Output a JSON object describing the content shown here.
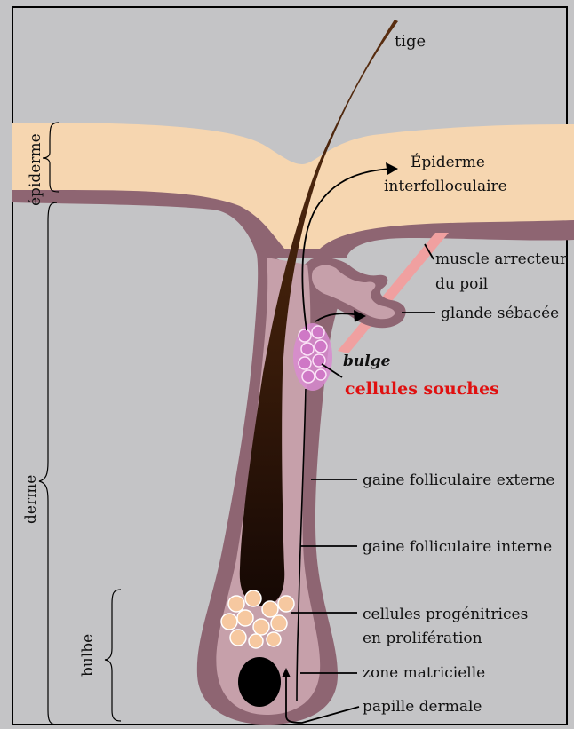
{
  "labels": {
    "tige": "tige",
    "epiderme_side": "épiderme",
    "derme_side": "derme",
    "bulbe_side": "bulbe",
    "epiderme_inter_1": "Épiderme",
    "epiderme_inter_2": "interfolloculaire",
    "muscle_1": "muscle arrecteur",
    "muscle_2": "du poil",
    "glande": "glande sébacée",
    "bulge": "bulge",
    "cellules_souches": "cellules souches",
    "gaine_externe": "gaine folliculaire externe",
    "gaine_interne": "gaine folliculaire interne",
    "progenitrices_1": "cellules progénitrices",
    "progenitrices_2": "en prolifération",
    "zone_matricielle": "zone matricielle",
    "papille": "papille dermale"
  },
  "colors": {
    "background": "#c4c4c6",
    "epidermis": "#f6d6b0",
    "dermis_band": "#8e6572",
    "follicle_outer": "#8e6572",
    "follicle_inner": "#c6a0aa",
    "hair": "#3a1c0a",
    "stem_cells": "#cf78c6",
    "highlight": "#e01010",
    "muscle": "#f0a0a0"
  }
}
